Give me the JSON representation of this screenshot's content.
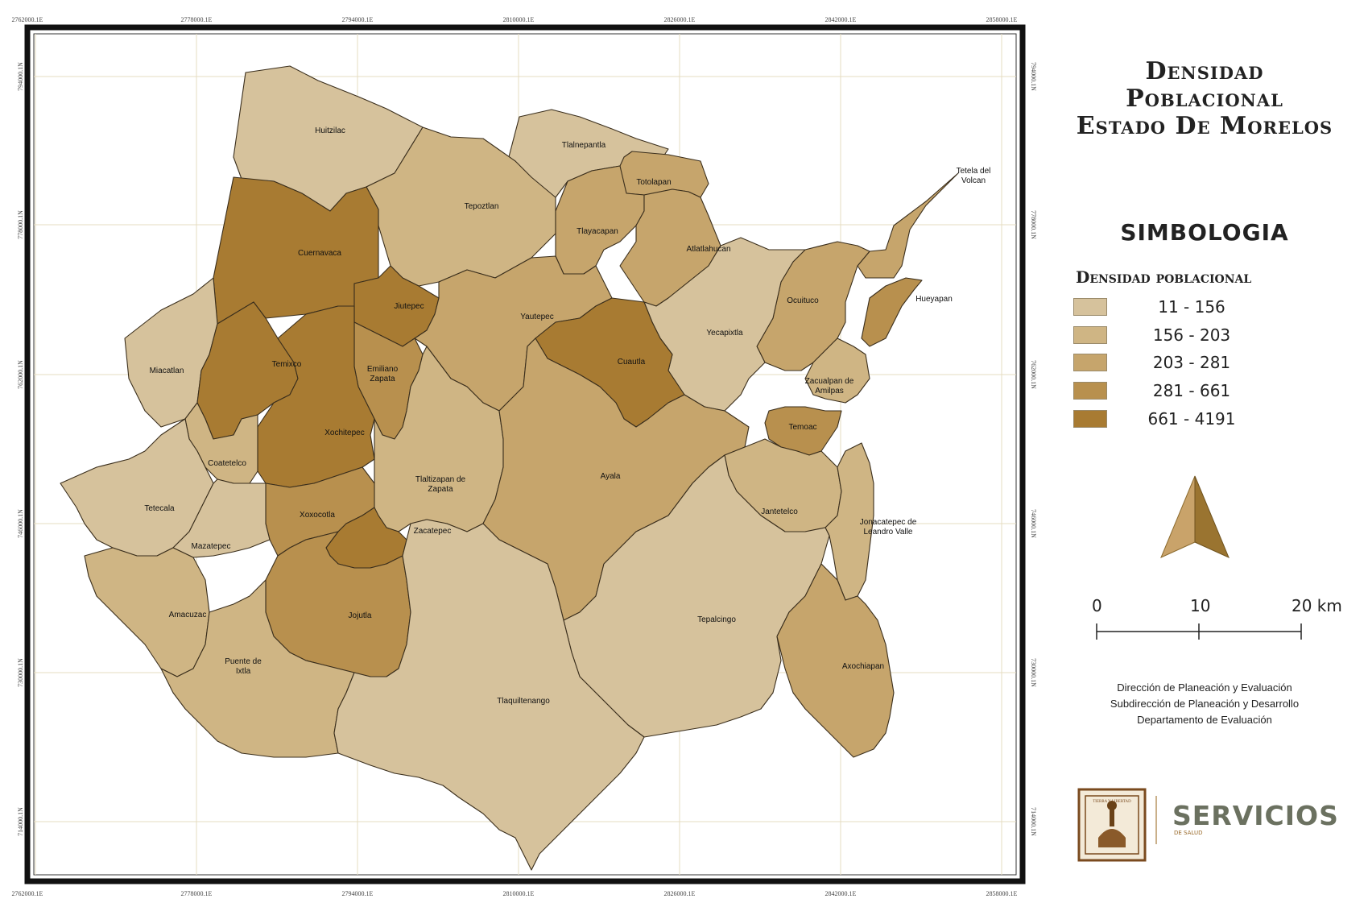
{
  "title": {
    "line1": "Densidad",
    "line2": "Poblacional",
    "line3": "Estado De Morelos"
  },
  "symbology": {
    "heading": "SIMBOLOGIA",
    "legend_title": "Densidad poblacional"
  },
  "legend": [
    {
      "label": "11 - 156",
      "color": "#d6c29c"
    },
    {
      "label": "156 - 203",
      "color": "#cfb584"
    },
    {
      "label": "203 - 281",
      "color": "#c6a56c"
    },
    {
      "label": "281 - 661",
      "color": "#b8904e"
    },
    {
      "label": "661 - 4191",
      "color": "#a87b32"
    }
  ],
  "north_arrow": {
    "icon": "north-arrow-icon",
    "color": "#a07a36"
  },
  "scale": {
    "labels": [
      "0",
      "10",
      "20 km"
    ]
  },
  "credits": [
    "Dirección de Planeación y Evaluación",
    "Subdirección de Planeación y Desarrollo",
    "Departamento de Evaluación"
  ],
  "logo": {
    "icon": "state-seal-icon",
    "name": "SERVICIOS",
    "sub": "DE SALUD",
    "seal_text": "TIERRA Y LIBERTAD"
  },
  "coords": {
    "x": [
      "2762000.1E",
      "2778000.1E",
      "2794000.1E",
      "2810000.1E",
      "2826000.1E",
      "2842000.1E",
      "2858000.1E"
    ],
    "y": [
      "794000.1N",
      "778000.1N",
      "762000.1N",
      "746000.1N",
      "730000.1N",
      "714000.1N"
    ]
  },
  "municipalities": [
    {
      "name": "Huitzilac",
      "class": 1
    },
    {
      "name": "Tlalnepantla",
      "class": 1
    },
    {
      "name": "Tepoztlan",
      "class": 2
    },
    {
      "name": "Totolapan",
      "class": 3
    },
    {
      "name": "Tetela del Volcan",
      "class": 3
    },
    {
      "name": "Cuernavaca",
      "class": 5
    },
    {
      "name": "Tlayacapan",
      "class": 3
    },
    {
      "name": "Atlatlahucan",
      "class": 3
    },
    {
      "name": "Jiutepec",
      "class": 5
    },
    {
      "name": "Yautepec",
      "class": 3
    },
    {
      "name": "Ocuituco",
      "class": 3
    },
    {
      "name": "Hueyapan",
      "class": 4
    },
    {
      "name": "Yecapixtla",
      "class": 1
    },
    {
      "name": "Miacatlan",
      "class": 1
    },
    {
      "name": "Temixco",
      "class": 5
    },
    {
      "name": "Emiliano Zapata",
      "class": 4
    },
    {
      "name": "Cuautla",
      "class": 5
    },
    {
      "name": "Zacualpan de Amilpas",
      "class": 2
    },
    {
      "name": "Xochitepec",
      "class": 5
    },
    {
      "name": "Temoac",
      "class": 4
    },
    {
      "name": "Coatetelco",
      "class": 2
    },
    {
      "name": "Tlaltizapan de Zapata",
      "class": 2
    },
    {
      "name": "Ayala",
      "class": 3
    },
    {
      "name": "Tetecala",
      "class": 1
    },
    {
      "name": "Jantetelco",
      "class": 2
    },
    {
      "name": "Xoxocotla",
      "class": 4
    },
    {
      "name": "Jonacatepec de Leandro Valle",
      "class": 2
    },
    {
      "name": "Zacatepec",
      "class": 5
    },
    {
      "name": "Mazatepec",
      "class": 1
    },
    {
      "name": "Amacuzac",
      "class": 2
    },
    {
      "name": "Jojutla",
      "class": 4
    },
    {
      "name": "Tepalcingo",
      "class": 1
    },
    {
      "name": "Puente de Ixtla",
      "class": 2
    },
    {
      "name": "Axochiapan",
      "class": 3
    },
    {
      "name": "Tlaquiltenango",
      "class": 1
    }
  ]
}
